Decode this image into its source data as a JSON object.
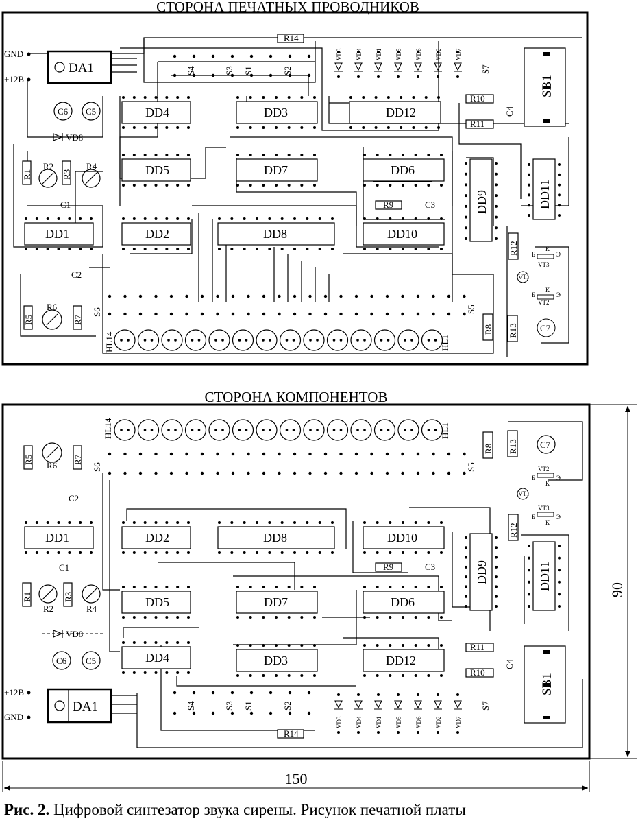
{
  "titles": {
    "top": "СТОРОНА ПЕЧАТНЫХ ПРОВОДНИКОВ",
    "bottom": "СТОРОНА КОМПОНЕНТОВ"
  },
  "dimensions": {
    "width": "150",
    "height": "90"
  },
  "caption": {
    "prefix": "Рис. 2.",
    "text": " Цифровой синтезатор звука сирены. Рисунок печатной платы"
  },
  "top_board": {
    "power": {
      "gnd": "GND",
      "v12": "+12В"
    },
    "ics": {
      "da1": "DA1",
      "dd1": "DD1",
      "dd2": "DD2",
      "dd3": "DD3",
      "dd4": "DD4",
      "dd5": "DD5",
      "dd6": "DD6",
      "dd7": "DD7",
      "dd8": "DD8",
      "dd9": "DD9",
      "dd10": "DD10",
      "dd11": "DD11",
      "dd12": "DD12"
    },
    "resistors": {
      "r1": "R1",
      "r2": "R2",
      "r3": "R3",
      "r4": "R4",
      "r5": "R5",
      "r6": "R6",
      "r7": "R7",
      "r8": "R8",
      "r9": "R9",
      "r10": "R10",
      "r11": "R11",
      "r12": "R12",
      "r13": "R13",
      "r14": "R14"
    },
    "caps": {
      "c1": "C1",
      "c2": "C2",
      "c3": "C3",
      "c4": "C4",
      "c5": "C5",
      "c6": "C6",
      "c7": "C7"
    },
    "switches": {
      "s1": "S1",
      "s2": "S2",
      "s3": "S3",
      "s4": "S4",
      "s5": "S5",
      "s6": "S6",
      "s7": "S7"
    },
    "diodes": [
      "VD3",
      "VD4",
      "VD1",
      "VD5",
      "VD6",
      "VD2",
      "VD7"
    ],
    "vd8": "VD8",
    "sb1": "SB1",
    "leds": {
      "first": "HL14",
      "last": "HL1"
    },
    "transistors": {
      "vt1": "VT1",
      "vt2": "VT2",
      "vt3": "VT3"
    },
    "pins": {
      "b": "Б",
      "k": "К",
      "e": "Э"
    }
  },
  "bottom_board": {
    "power": {
      "gnd": "GND",
      "v12": "+12В"
    },
    "ics": {
      "da1": "DA1",
      "dd1": "DD1",
      "dd2": "DD2",
      "dd3": "DD3",
      "dd4": "DD4",
      "dd5": "DD5",
      "dd6": "DD6",
      "dd7": "DD7",
      "dd8": "DD8",
      "dd9": "DD9",
      "dd10": "DD10",
      "dd11": "DD11",
      "dd12": "DD12"
    },
    "resistors": {
      "r1": "R1",
      "r2": "R2",
      "r3": "R3",
      "r4": "R4",
      "r5": "R5",
      "r6": "R6",
      "r7": "R7",
      "r8": "R8",
      "r9": "R9",
      "r10": "R10",
      "r11": "R11",
      "r12": "R12",
      "r13": "R13",
      "r14": "R14"
    },
    "caps": {
      "c1": "C1",
      "c2": "C2",
      "c3": "C3",
      "c4": "C4",
      "c5": "C5",
      "c6": "C6",
      "c7": "C7"
    },
    "switches": {
      "s1": "S1",
      "s2": "S2",
      "s3": "S3",
      "s4": "S4",
      "s5": "S5",
      "s6": "S6",
      "s7": "S7"
    },
    "diodes": [
      "VD3",
      "VD4",
      "VD1",
      "VD5",
      "VD6",
      "VD2",
      "VD7"
    ],
    "vd8": "VD8",
    "sb1": "SB1",
    "leds": {
      "first": "HL14",
      "last": "HL1"
    },
    "transistors": {
      "vt1": "VT1",
      "vt2": "VT2",
      "vt3": "VT3"
    },
    "pins": {
      "b": "Б",
      "k": "К",
      "e": "Э"
    }
  }
}
